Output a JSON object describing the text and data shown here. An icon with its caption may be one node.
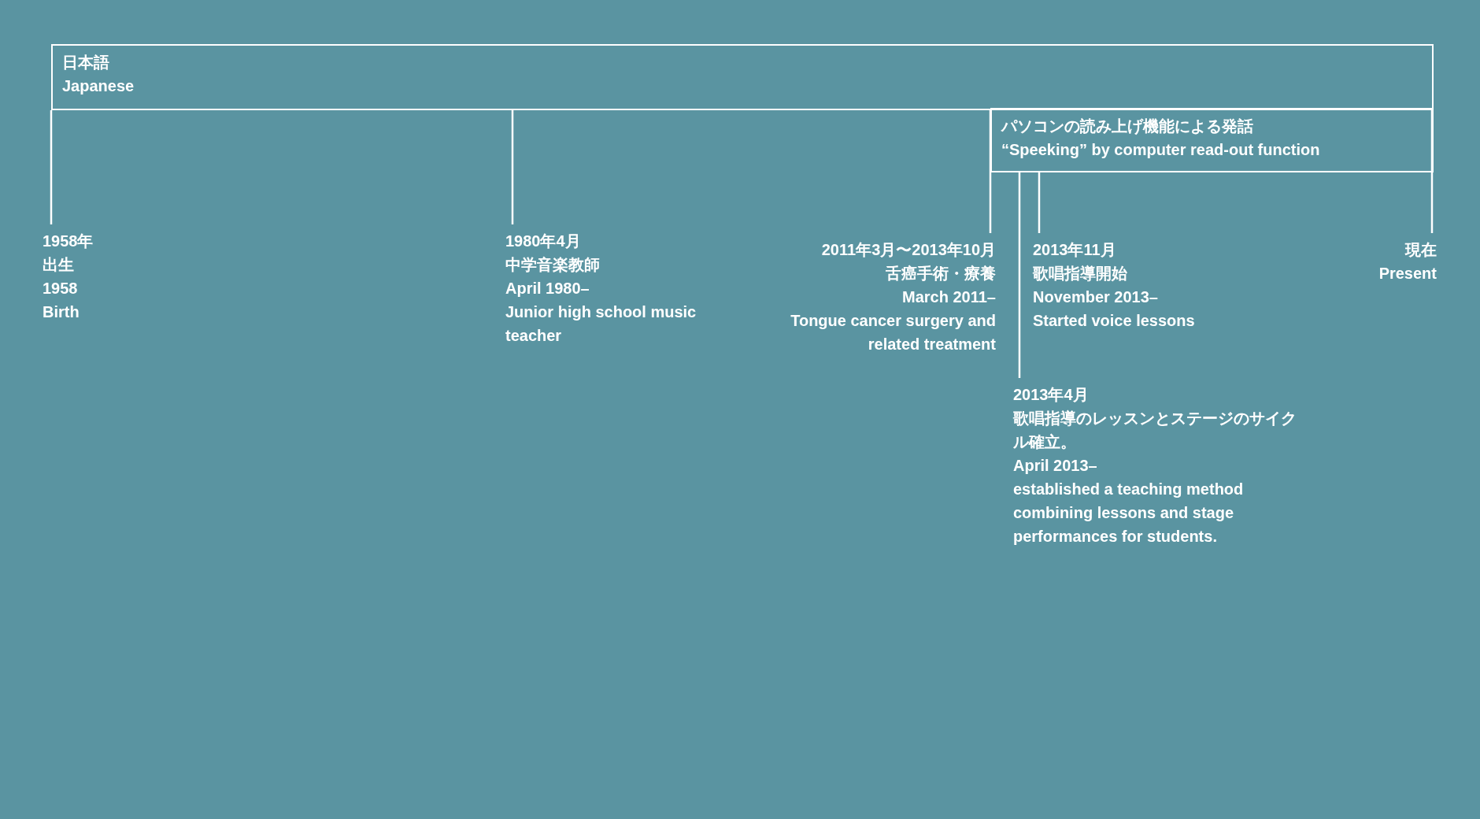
{
  "diagram": {
    "nodes": [
      {
        "text": [
          "日本語",
          "Japanese"
        ]
      },
      {
        "text": [
          "パソコンの読み上げ機能による発話",
          "“Speeking” by computer read-out function"
        ]
      },
      {
        "text": [
          "1958年",
          "出生",
          "1958",
          "Birth"
        ]
      },
      {
        "text": [
          "1980年4月",
          "中学音楽教師",
          "April 1980–",
          "Junior high school music teacher"
        ]
      },
      {
        "text": [
          "2011年3月〜2013年10月",
          "舌癌手術・療養",
          "March 2011–",
          "Tongue cancer surgery and related treatment"
        ]
      },
      {
        "text": [
          "2013年11月",
          "歌唱指導開始",
          "November 2013–",
          "Started voice lessons"
        ]
      },
      {
        "text": [
          "現在",
          "Present"
        ]
      },
      {
        "text": [
          "2013年4月",
          "歌唱指導のレッスンとステージのサイクル確立。",
          "April 2013–",
          "established a teaching method combining lessons and stage performances for students."
        ]
      }
    ],
    "edges": [
      {
        "from": 0,
        "to": 2,
        "arrow": "none"
      },
      {
        "from": 0,
        "to": 3,
        "arrow": "none"
      },
      {
        "from": 0,
        "to": 4,
        "arrow": "none"
      },
      {
        "from": 1,
        "to": 7,
        "arrow": "none"
      },
      {
        "from": 1,
        "to": 5,
        "arrow": "none"
      },
      {
        "from": 0,
        "to": 6,
        "arrow": "none"
      }
    ]
  }
}
